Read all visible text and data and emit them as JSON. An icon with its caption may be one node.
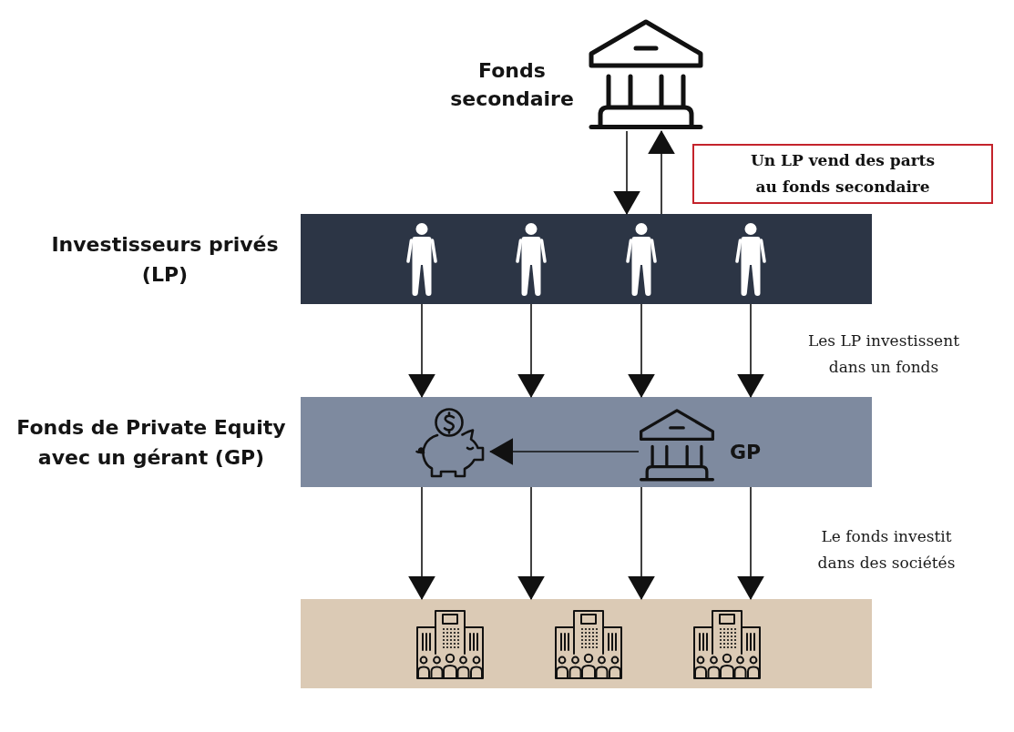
{
  "diagram": {
    "nodes": [
      {
        "text": [],
        "shape": "picture",
        "beside": [
          "Fonds secondaire"
        ]
      },
      {
        "text": [
          "Un LP vend des parts au fonds secondaire"
        ]
      },
      {
        "text": [
          "Investisseurs privés (LP)"
        ]
      },
      {
        "text": [],
        "shape": "person",
        "in": 2
      },
      {
        "text": [],
        "shape": "person",
        "in": 2
      },
      {
        "text": [],
        "shape": "person",
        "in": 2
      },
      {
        "text": [],
        "shape": "person",
        "in": 2
      },
      {
        "text": [
          "Fonds de Private Equity avec un gérant (GP)"
        ]
      },
      {
        "text": [],
        "shape": "picture",
        "in": 7
      },
      {
        "text": [],
        "shape": "picture",
        "in": 7,
        "beside": [
          "GP"
        ]
      },
      {
        "text": [],
        "shape": "bar"
      },
      {
        "text": [],
        "shape": "picture",
        "in": 10
      },
      {
        "text": [],
        "shape": "picture",
        "in": 10
      },
      {
        "text": [],
        "shape": "picture",
        "in": 10
      }
    ],
    "edges": [
      {
        "from": 0,
        "to": 2,
        "arrow": "to"
      },
      {
        "from": 2,
        "to": 0,
        "arrow": "to"
      },
      {
        "from": 2,
        "to": 7,
        "arrow": "to"
      },
      {
        "from": 2,
        "to": 7,
        "arrow": "to"
      },
      {
        "from": 2,
        "to": 7,
        "arrow": "to"
      },
      {
        "from": 2,
        "to": 7,
        "arrow": "to"
      },
      {
        "from": 9,
        "to": 8,
        "arrow": "to"
      },
      {
        "from": 7,
        "to": 10,
        "arrow": "to"
      },
      {
        "from": 7,
        "to": 10,
        "arrow": "to"
      },
      {
        "from": 7,
        "to": 10,
        "arrow": "to"
      },
      {
        "from": 7,
        "to": 10,
        "arrow": "to"
      }
    ],
    "labels": [
      "Les LP investissent dans un fonds",
      "Le fonds investit dans des sociétés"
    ]
  }
}
